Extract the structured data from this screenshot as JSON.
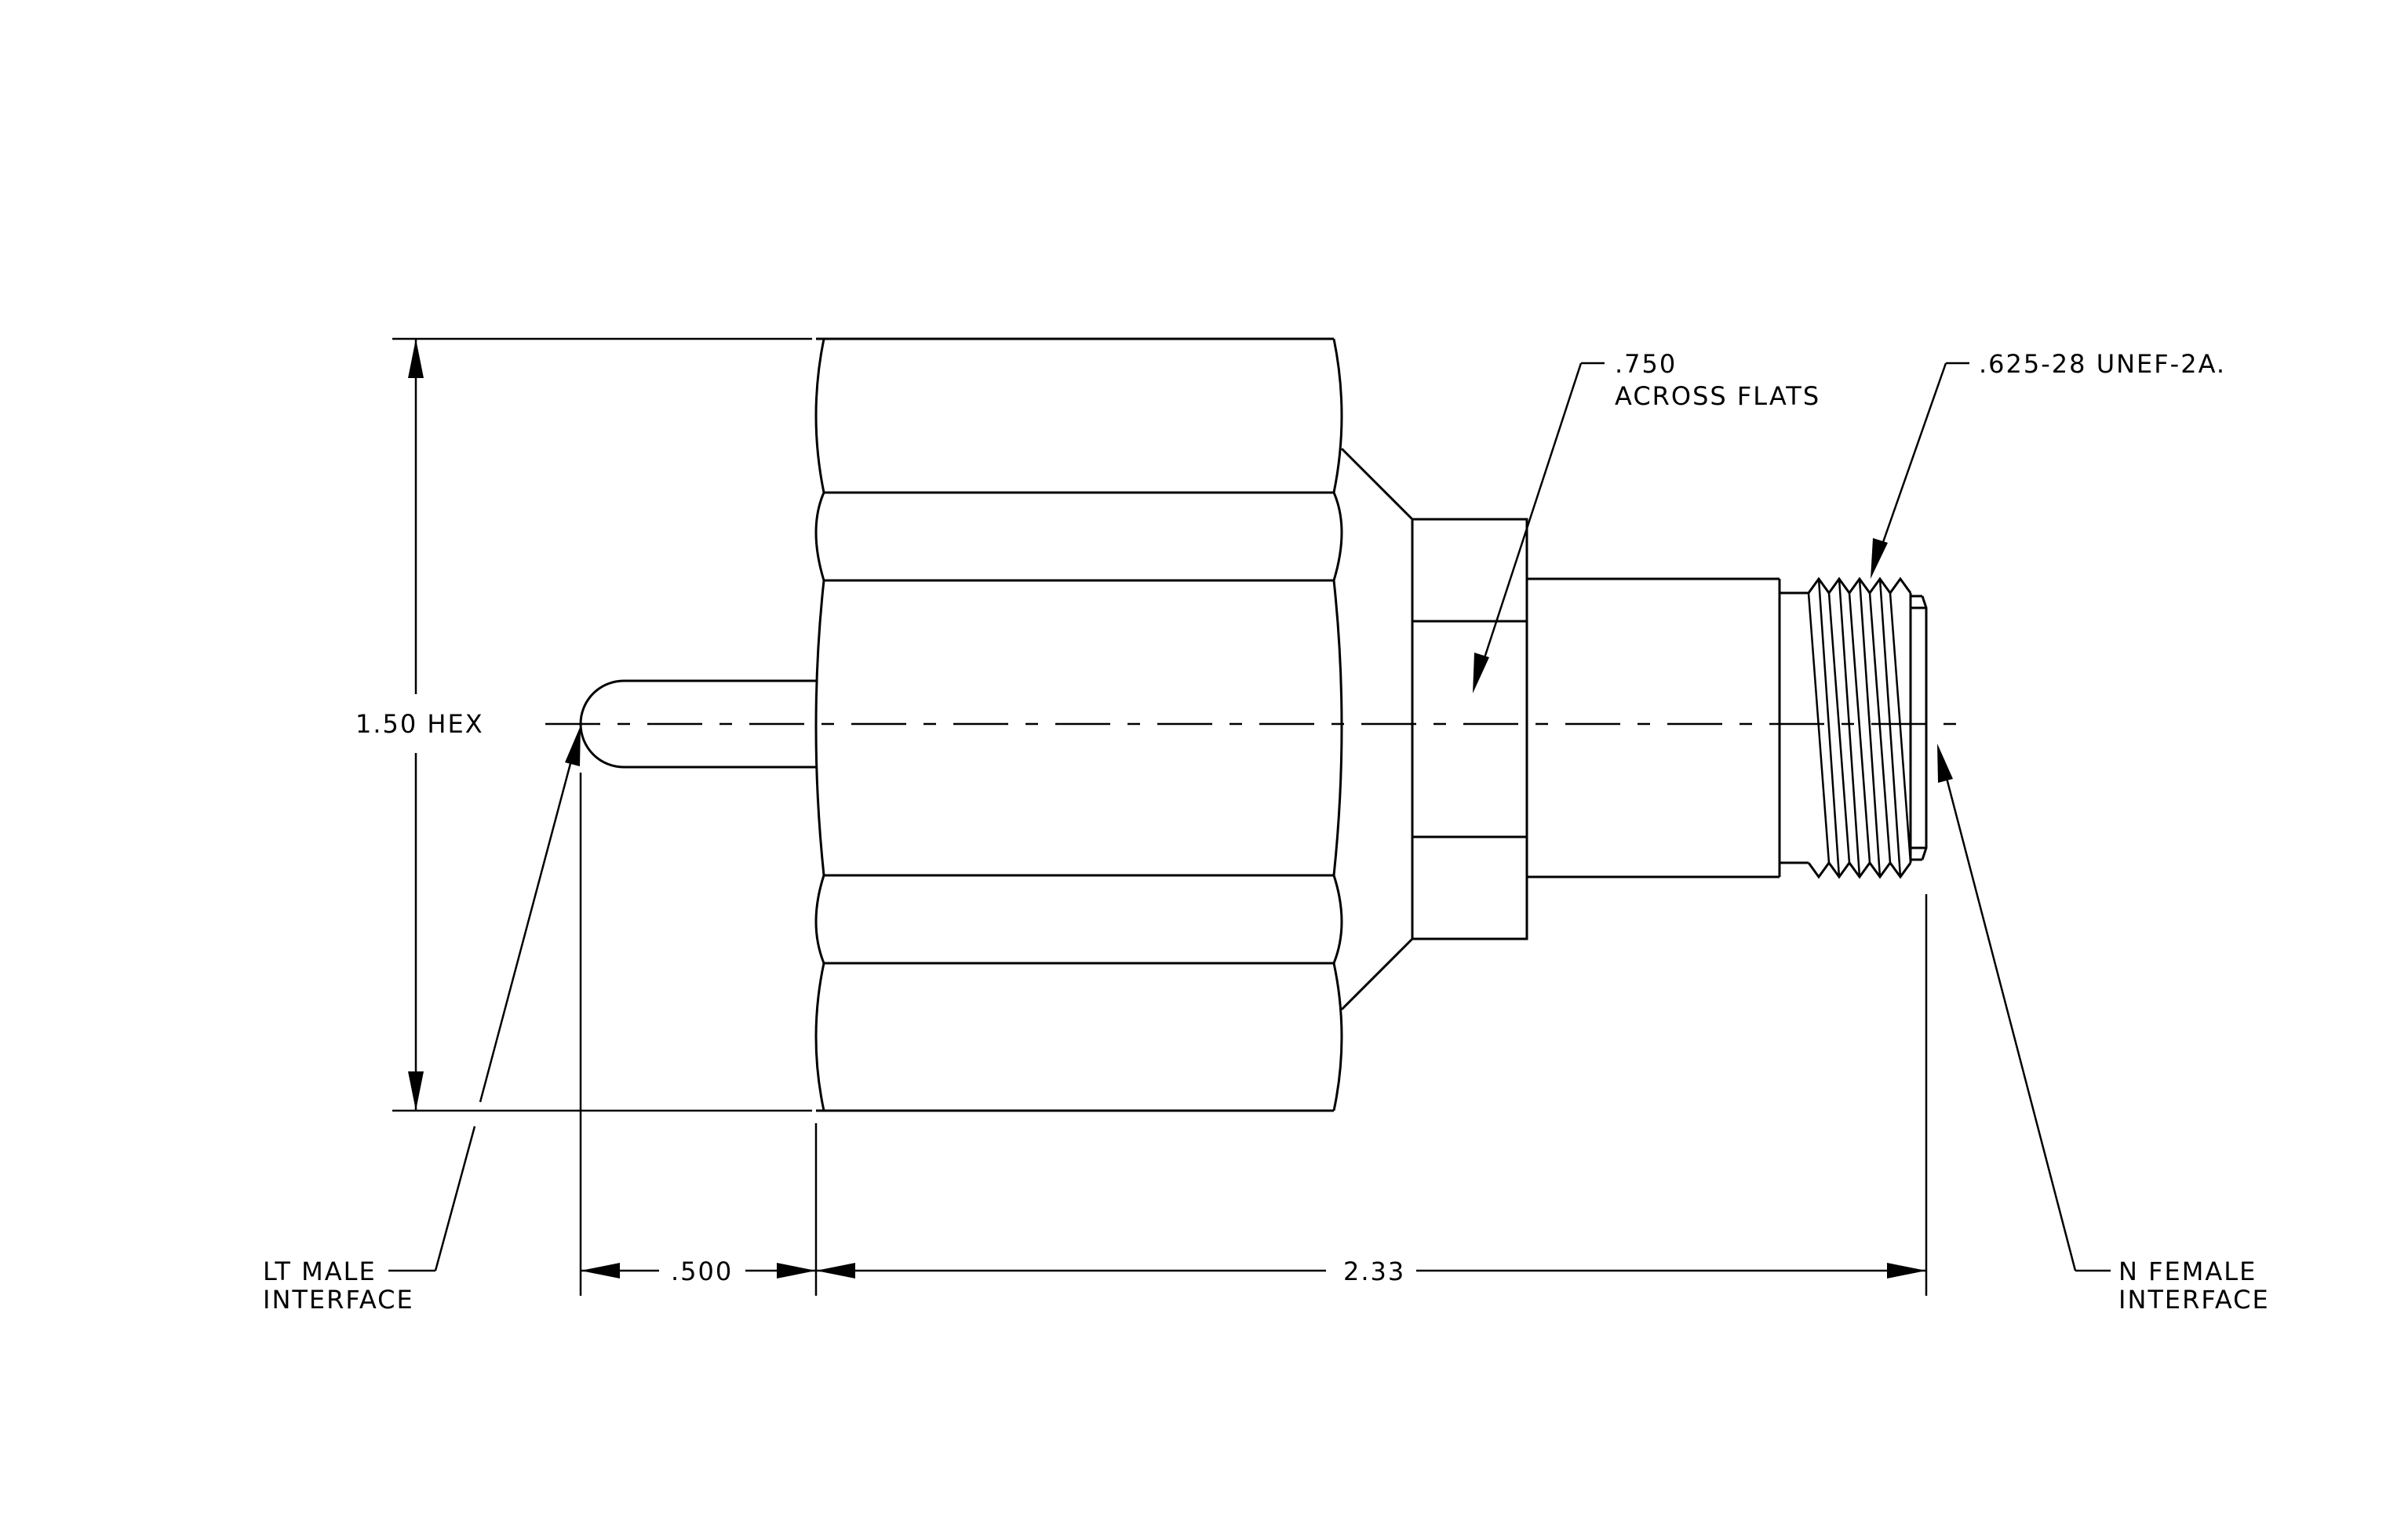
{
  "labels": {
    "hex_size": "1.50 HEX",
    "flats_line1": ".750",
    "flats_line2": "ACROSS FLATS",
    "thread": ".625-28 UNEF-2A.",
    "male_line1": "LT MALE",
    "male_line2": "INTERFACE",
    "female_line1": "N FEMALE",
    "female_line2": "INTERFACE",
    "dim_pin": ".500",
    "dim_length": "2.33"
  }
}
